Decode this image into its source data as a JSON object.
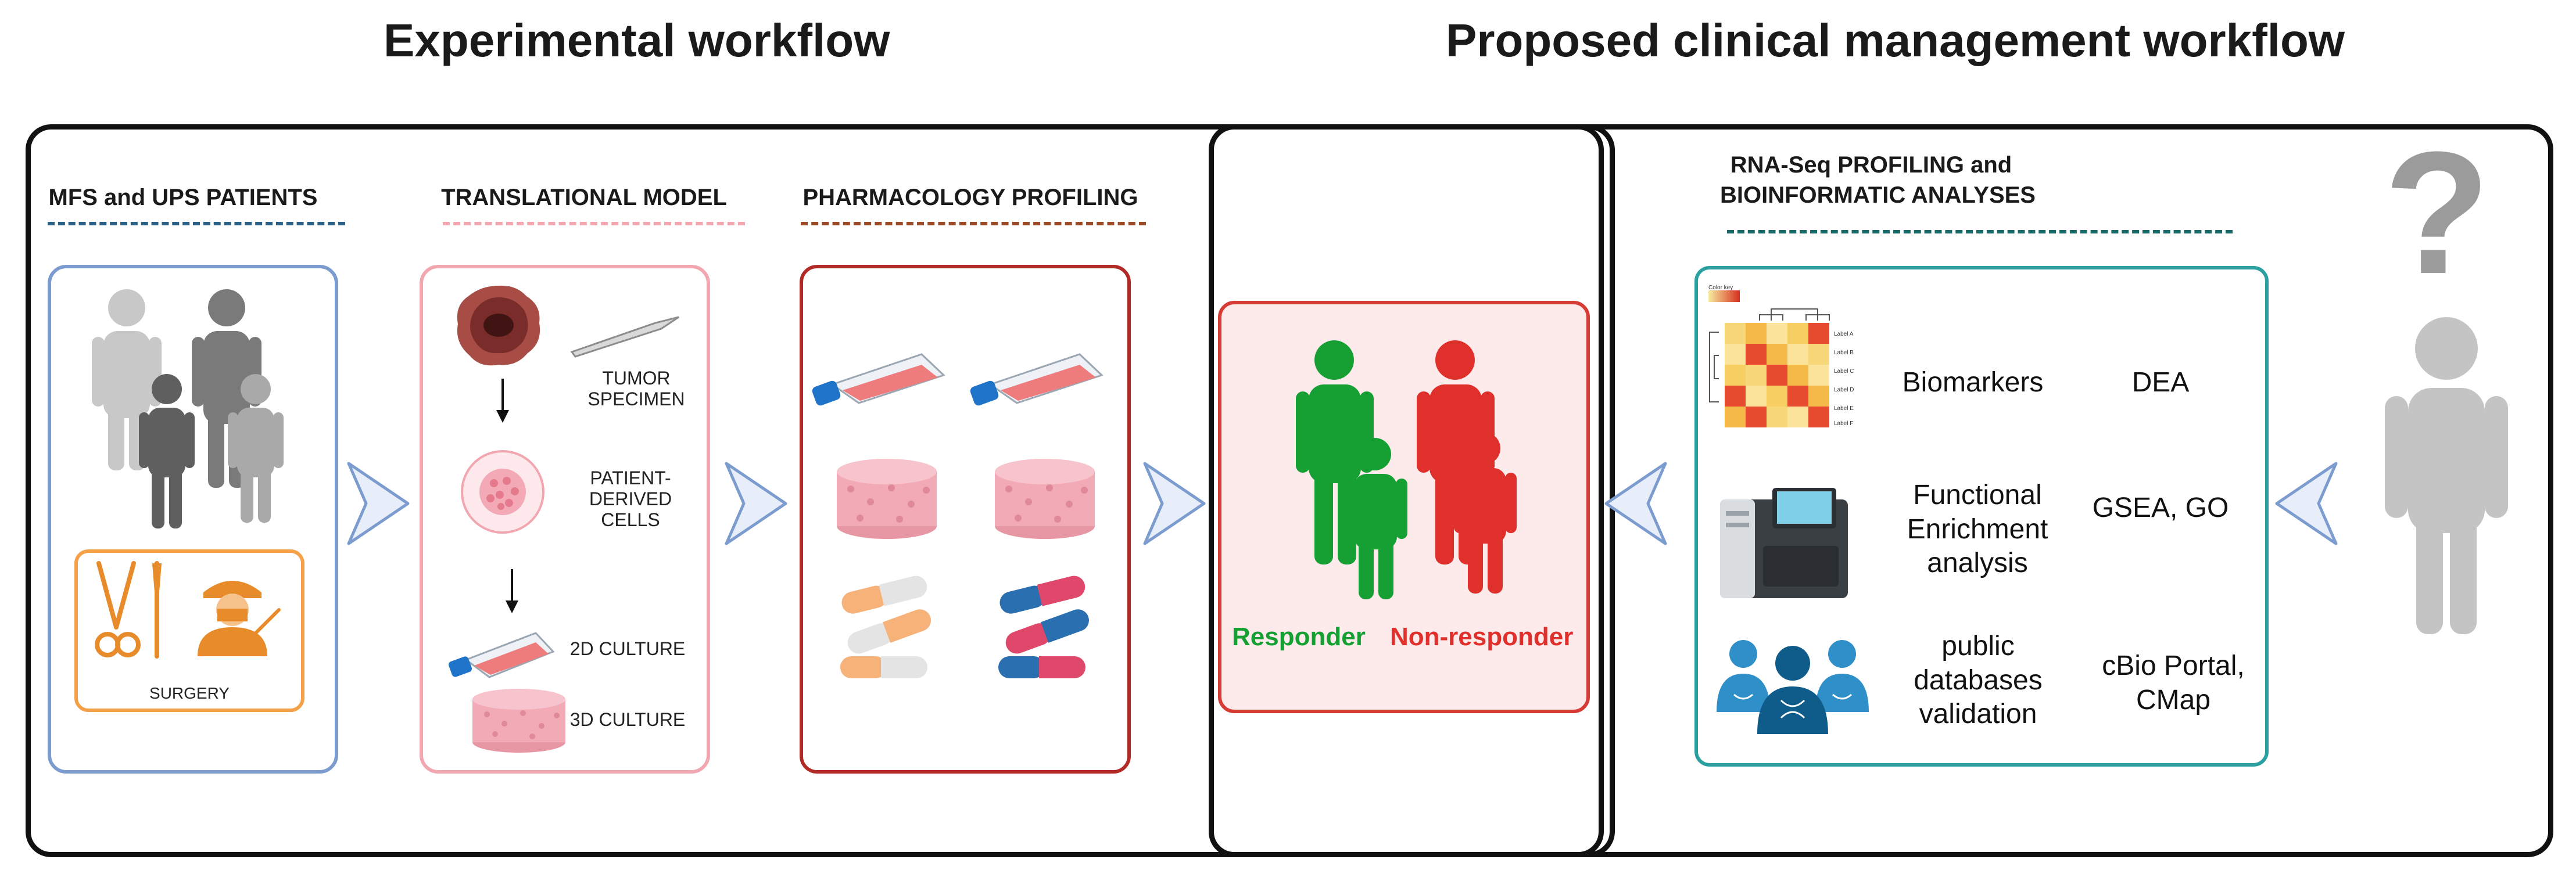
{
  "titles": {
    "experimental": "Experimental workflow",
    "clinical": "Proposed clinical management workflow"
  },
  "panels": {
    "patients": {
      "heading": "MFS and UPS PATIENTS",
      "surgery_label": "SURGERY",
      "color": "#7c9ccf"
    },
    "model": {
      "heading": "TRANSLATIONAL MODEL",
      "labels": [
        "TUMOR SPECIMEN",
        "PATIENT-DERIVED CELLS",
        "2D CULTURE",
        "3D CULTURE"
      ],
      "color": "#f2a7b0"
    },
    "pharmacology": {
      "heading": "PHARMACOLOGY PROFILING",
      "color": "#b22a26"
    },
    "response": {
      "responder": "Responder",
      "non_responder": "Non-responder",
      "responder_color": "#16a034",
      "non_responder_color": "#e0302b"
    },
    "rnaseq": {
      "heading_line1": "RNA-Seq PROFILING and",
      "heading_line2": "BIOINFORMATIC ANALYSES",
      "color": "#2aa0a0",
      "rows": [
        {
          "left": "Biomarkers",
          "right": "DEA"
        },
        {
          "left": "Functional Enrichment analysis",
          "right": "GSEA, GO"
        },
        {
          "left": "public databases validation",
          "right": "cBio Portal, CMap"
        }
      ]
    },
    "patient_unknown": {
      "symbol": "?"
    }
  },
  "heatmap": {
    "key_label": "Color key",
    "row_labels": [
      "Label A",
      "Label B",
      "Label C",
      "Label D",
      "Label E",
      "Label F"
    ]
  }
}
